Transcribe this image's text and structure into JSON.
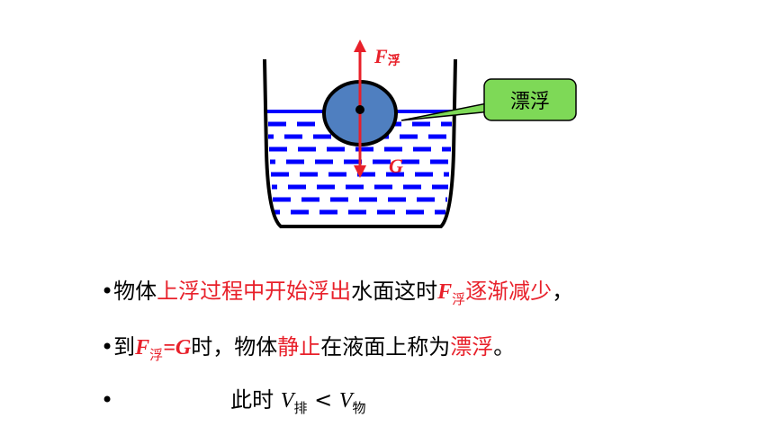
{
  "diagram": {
    "label_f": "F",
    "label_f_sub": "浮",
    "label_g": "G",
    "callout": "漂浮",
    "colors": {
      "water": "#0000ff",
      "ball": "#4f7fc0",
      "arrow": "#e8202a",
      "callout_bg": "#7ed957",
      "container": "#000000"
    }
  },
  "text": {
    "line1": {
      "bullet": "•",
      "a": "物体",
      "b": "上浮过程中开始浮出",
      "c": "水面这时",
      "f": "F",
      "f_sub": "浮",
      "d": "逐渐减少",
      "e": "，"
    },
    "line2": {
      "bullet": "•",
      "a": "到",
      "f": "F",
      "f_sub": "浮",
      "eq": "=G",
      "b": "时，物体",
      "c": "静止",
      "d": "在液面上称为",
      "e": "漂浮",
      "f2": "。"
    },
    "line3": {
      "bullet": "•",
      "a": "此时",
      "v1": "V",
      "v1_sub": "排",
      "lt": " < ",
      "v2": "V",
      "v2_sub": "物"
    }
  }
}
